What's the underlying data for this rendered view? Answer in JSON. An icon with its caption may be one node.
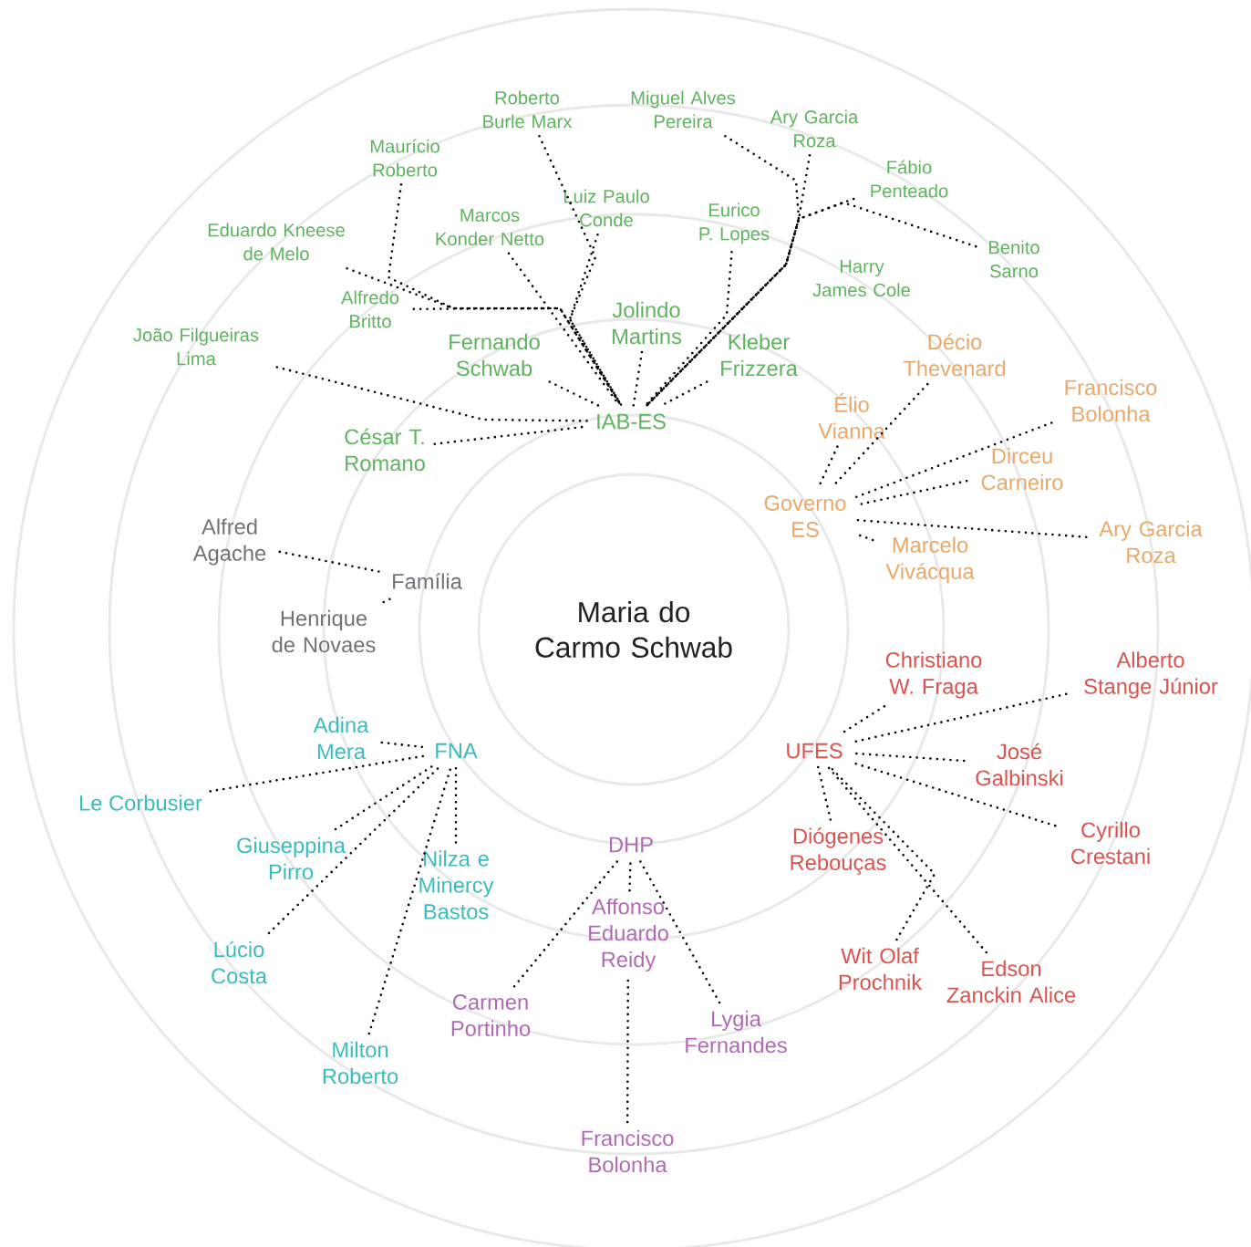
{
  "diagram": {
    "nodes": [
      {
        "text": [
          "Maria do Carmo Schwab"
        ]
      },
      {
        "text": [
          "IAB-ES"
        ]
      },
      {
        "text": [
          "Roberto Burle Marx"
        ]
      },
      {
        "text": [
          "Miguel Alves Pereira"
        ]
      },
      {
        "text": [
          "Ary Garcia Roza"
        ]
      },
      {
        "text": [
          "Maurício Roberto"
        ]
      },
      {
        "text": [
          "Fábio Penteado"
        ]
      },
      {
        "text": [
          "Luiz Paulo Conde"
        ]
      },
      {
        "text": [
          "Marcos Konder Netto"
        ]
      },
      {
        "text": [
          "Eurico P. Lopes"
        ]
      },
      {
        "text": [
          "Eduardo Kneese de Melo"
        ]
      },
      {
        "text": [
          "Benito Sarno"
        ]
      },
      {
        "text": [
          "Harry James Cole"
        ]
      },
      {
        "text": [
          "Alfredo Britto"
        ]
      },
      {
        "text": [
          "João Filgueiras Lima"
        ]
      },
      {
        "text": [
          "Jolindo Martins"
        ]
      },
      {
        "text": [
          "Fernando Schwab"
        ]
      },
      {
        "text": [
          "Kleber Frizzera"
        ]
      },
      {
        "text": [
          "César T. Romano"
        ]
      },
      {
        "text": [
          "Décio Thevenard"
        ]
      },
      {
        "text": [
          "Élio Vianna"
        ]
      },
      {
        "text": [
          "Francisco Bolonha"
        ]
      },
      {
        "text": [
          "Dirceu Carneiro"
        ]
      },
      {
        "text": [
          "Governo ES"
        ]
      },
      {
        "text": [
          "Ary Garcia Roza"
        ]
      },
      {
        "text": [
          "Marcelo Vivácqua"
        ]
      },
      {
        "text": [
          "Alfred Agache"
        ]
      },
      {
        "text": [
          "Família"
        ]
      },
      {
        "text": [
          "Henrique de Novaes"
        ]
      },
      {
        "text": [
          "Christiano W. Fraga"
        ]
      },
      {
        "text": [
          "Alberto Stange Júnior"
        ]
      },
      {
        "text": [
          "UFES"
        ]
      },
      {
        "text": [
          "José Galbinski"
        ]
      },
      {
        "text": [
          "Diógenes Rebouças"
        ]
      },
      {
        "text": [
          "Cyrillo Crestani"
        ]
      },
      {
        "text": [
          "Wit Olaf Prochnik"
        ]
      },
      {
        "text": [
          "Edson Zanckin Alice"
        ]
      },
      {
        "text": [
          "Adina Mera"
        ]
      },
      {
        "text": [
          "FNA"
        ]
      },
      {
        "text": [
          "Le Corbusier"
        ]
      },
      {
        "text": [
          "Giuseppina Pirro"
        ]
      },
      {
        "text": [
          "Nilza e Minercy Bastos"
        ]
      },
      {
        "text": [
          "Lúcio Costa"
        ]
      },
      {
        "text": [
          "Milton Roberto"
        ]
      },
      {
        "text": [
          "DHP"
        ]
      },
      {
        "text": [
          "Affonso Eduardo Reidy"
        ]
      },
      {
        "text": [
          "Carmen Portinho"
        ]
      },
      {
        "text": [
          "Lygia Fernandes"
        ]
      },
      {
        "text": [
          "Francisco Bolonha"
        ]
      }
    ],
    "edges": [
      {
        "from": 14,
        "to": 1,
        "arrow": "none"
      },
      {
        "from": 18,
        "to": 1,
        "arrow": "none"
      },
      {
        "from": 16,
        "to": 1,
        "arrow": "none"
      },
      {
        "from": 15,
        "to": 1,
        "arrow": "none"
      },
      {
        "from": 17,
        "to": 1,
        "arrow": "none"
      },
      {
        "from": 8,
        "to": 1,
        "arrow": "none"
      },
      {
        "from": 13,
        "to": 1,
        "arrow": "none"
      },
      {
        "from": 10,
        "to": 1,
        "arrow": "none"
      },
      {
        "from": 5,
        "to": 1,
        "arrow": "none"
      },
      {
        "from": 7,
        "to": 1,
        "arrow": "none"
      },
      {
        "from": 2,
        "to": 1,
        "arrow": "none"
      },
      {
        "from": 9,
        "to": 1,
        "arrow": "none"
      },
      {
        "from": 4,
        "to": 1,
        "arrow": "none"
      },
      {
        "from": 3,
        "to": 1,
        "arrow": "none"
      },
      {
        "from": 6,
        "to": 1,
        "arrow": "none"
      },
      {
        "from": 11,
        "to": 1,
        "arrow": "none"
      },
      {
        "from": 20,
        "to": 23,
        "arrow": "none"
      },
      {
        "from": 19,
        "to": 23,
        "arrow": "none"
      },
      {
        "from": 21,
        "to": 23,
        "arrow": "none"
      },
      {
        "from": 22,
        "to": 23,
        "arrow": "none"
      },
      {
        "from": 24,
        "to": 23,
        "arrow": "none"
      },
      {
        "from": 25,
        "to": 23,
        "arrow": "none"
      },
      {
        "from": 26,
        "to": 27,
        "arrow": "none"
      },
      {
        "from": 28,
        "to": 27,
        "arrow": "none"
      },
      {
        "from": 37,
        "to": 38,
        "arrow": "none"
      },
      {
        "from": 39,
        "to": 38,
        "arrow": "none"
      },
      {
        "from": 40,
        "to": 38,
        "arrow": "none"
      },
      {
        "from": 42,
        "to": 38,
        "arrow": "none"
      },
      {
        "from": 43,
        "to": 38,
        "arrow": "none"
      },
      {
        "from": 41,
        "to": 38,
        "arrow": "none"
      },
      {
        "from": 46,
        "to": 44,
        "arrow": "none"
      },
      {
        "from": 45,
        "to": 44,
        "arrow": "none"
      },
      {
        "from": 47,
        "to": 44,
        "arrow": "none"
      },
      {
        "from": 48,
        "to": 45,
        "arrow": "none"
      },
      {
        "from": 29,
        "to": 31,
        "arrow": "none"
      },
      {
        "from": 30,
        "to": 31,
        "arrow": "none"
      },
      {
        "from": 32,
        "to": 31,
        "arrow": "none"
      },
      {
        "from": 34,
        "to": 31,
        "arrow": "none"
      },
      {
        "from": 33,
        "to": 31,
        "arrow": "none"
      },
      {
        "from": 36,
        "to": 31,
        "arrow": "none"
      },
      {
        "from": 35,
        "to": 31,
        "arrow": "none"
      }
    ]
  }
}
